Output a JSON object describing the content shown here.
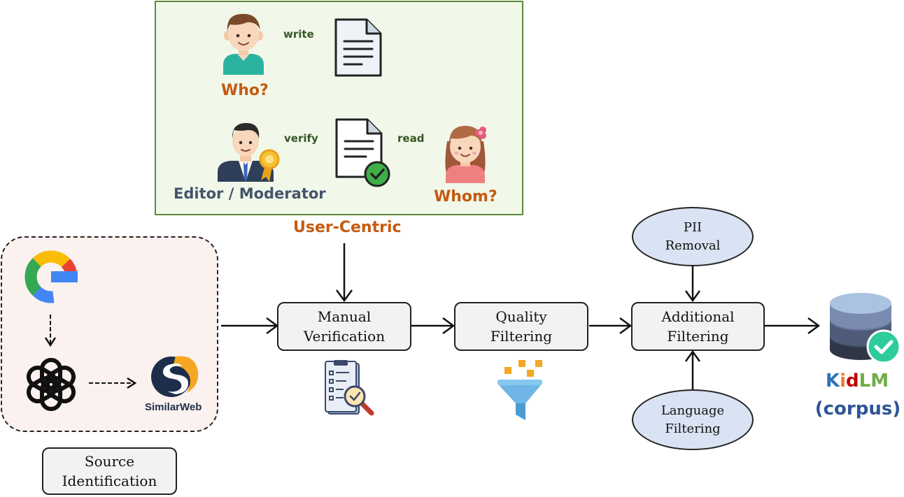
{
  "user_centric": {
    "title": "User-Centric",
    "who_label": "Who?",
    "write_label": "write",
    "verify_label": "verify",
    "read_label": "read",
    "editor_label": "Editor / Moderator",
    "whom_label": "Whom?"
  },
  "source": {
    "label_line1": "Source",
    "label_line2": "Identification",
    "similarweb_label": "SimilarWeb",
    "icons": [
      "google-icon",
      "openai-icon",
      "similarweb-icon"
    ]
  },
  "pipeline": {
    "manual_line1": "Manual",
    "manual_line2": "Verification",
    "quality_line1": "Quality",
    "quality_line2": "Filtering",
    "additional_line1": "Additional",
    "additional_line2": "Filtering",
    "pii_line1": "PII",
    "pii_line2": "Removal",
    "language_line1": "Language",
    "language_line2": "Filtering"
  },
  "output": {
    "kidlm_k": "K",
    "kidlm_i": "i",
    "kidlm_d": "d",
    "kidlm_l": "L",
    "kidlm_m": "M",
    "corpus_label": "(corpus)"
  },
  "colors": {
    "orange": "#c55a11",
    "slate": "#44546a",
    "green": "#375623",
    "panel_bg": "#f1f8ea",
    "panel_border": "#5e8a3c",
    "box_bg": "#f2f2f2",
    "ellipse_bg": "#dae3f3",
    "source_bg": "#fbf1ee",
    "kid_k": "#2e75b6",
    "kid_i": "#ed7d31",
    "kid_d": "#c00000",
    "kid_l": "#70ad47",
    "kid_m": "#70ad47",
    "corpus": "#2e5597"
  }
}
